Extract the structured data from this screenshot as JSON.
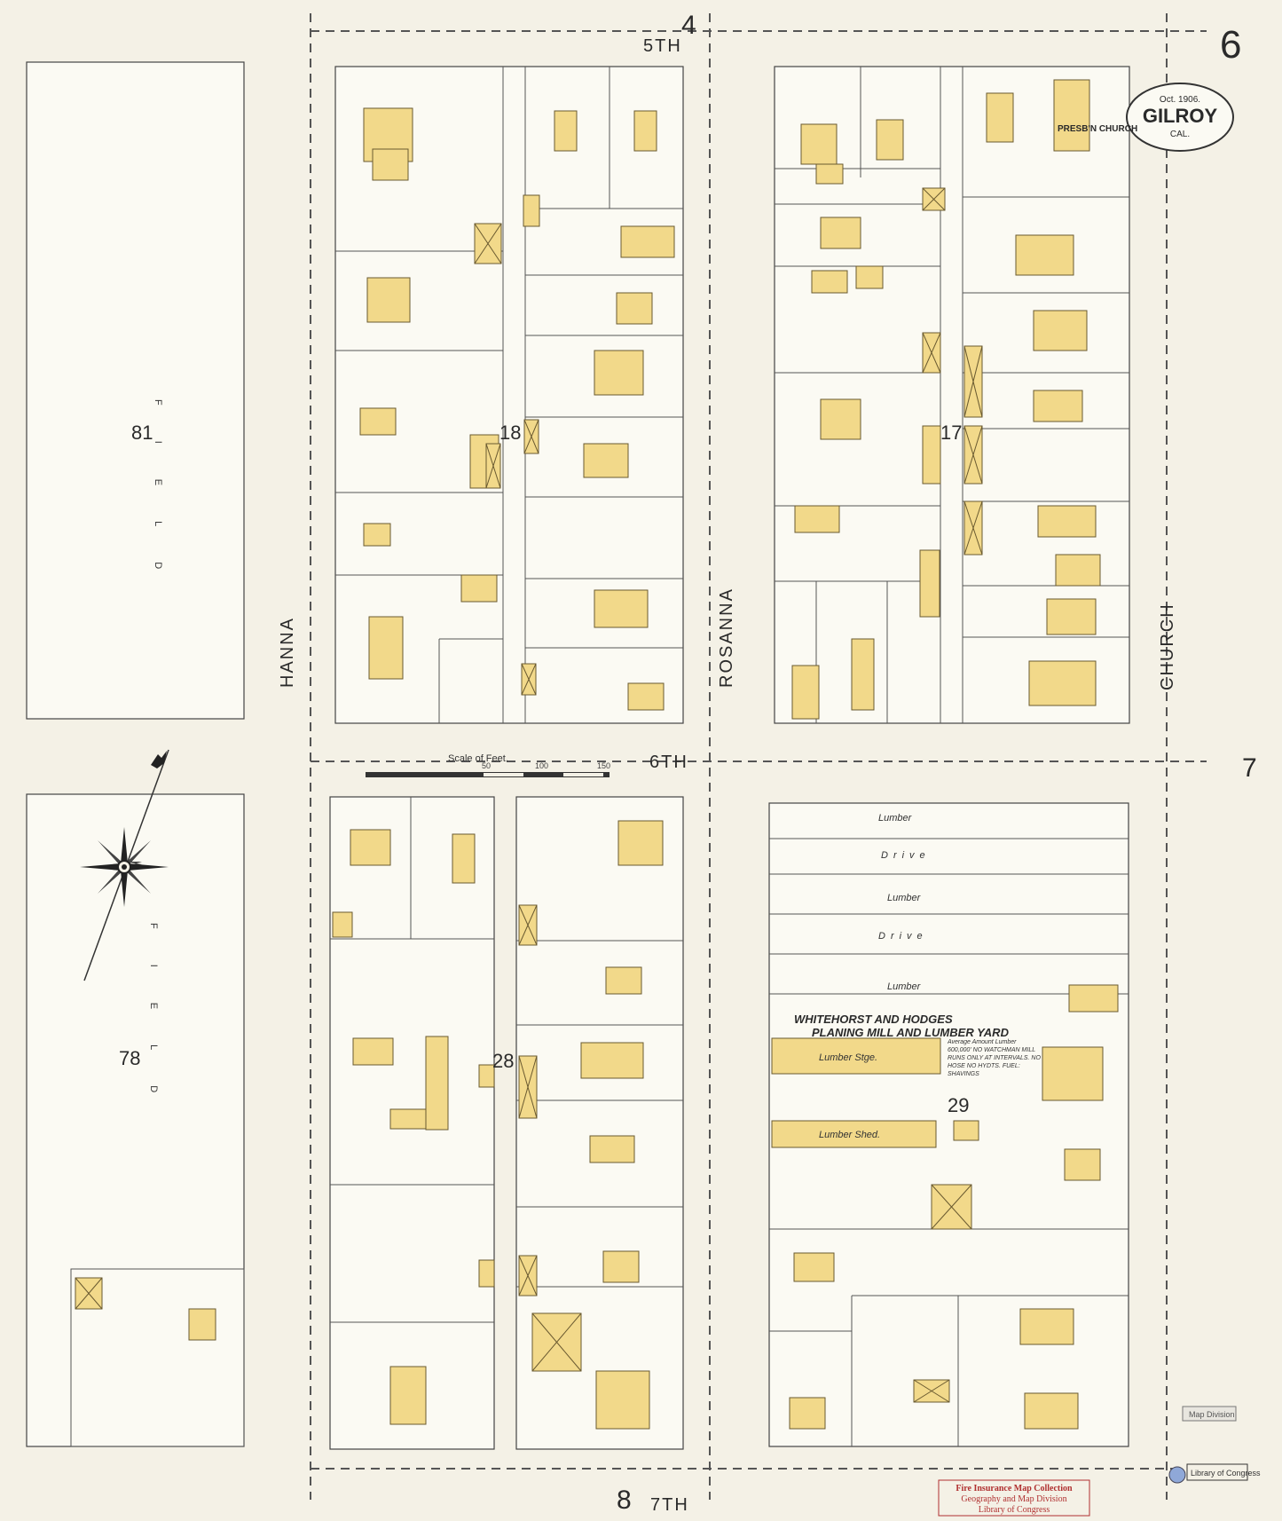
{
  "sheet": {
    "number": "6",
    "adjacent_sheets": {
      "north": "4",
      "east": "7",
      "south": "8"
    }
  },
  "cartouche": {
    "date": "Oct. 1906.",
    "city": "GILROY",
    "state": "CAL."
  },
  "streets": {
    "fifth": "5TH",
    "sixth": "6TH",
    "seventh": "7TH",
    "hanna": "HANNA",
    "rosanna": "ROSANNA",
    "church": "CHURCH"
  },
  "blocks": {
    "b81": "81",
    "b78": "78",
    "b18": "18",
    "b17": "17",
    "b28": "28",
    "b29": "29"
  },
  "scale": {
    "label": "Scale of Feet.",
    "ticks": [
      "50",
      "100",
      "150"
    ]
  },
  "landmarks": {
    "church": "PRESB'N CHURCH",
    "lumber_yard_title": "WHITEHORST AND HODGES",
    "lumber_yard_sub": "PLANING MILL AND LUMBER YARD",
    "lumber_stge": "Lumber Stge.",
    "lumber_shed": "Lumber Shed.",
    "lumber": "Lumber",
    "drive": "Drive",
    "notes": "Average Amount Lumber 600,000' NO WATCHMAN MILL RUNS ONLY AT INTERVALS. NO HOSE NO HYDTS. FUEL: SHAVINGS"
  },
  "field_label": "FIELD",
  "stamp": {
    "line1": "Fire Insurance Map Collection",
    "line2": "Geography and Map Division",
    "line3": "Library of Congress"
  },
  "lc_labels": {
    "map_division": "Map Division",
    "library": "Library of Congress"
  },
  "colors": {
    "building": "#f2d98a",
    "paper": "#f4f1e6",
    "stamp": "#b03030"
  }
}
